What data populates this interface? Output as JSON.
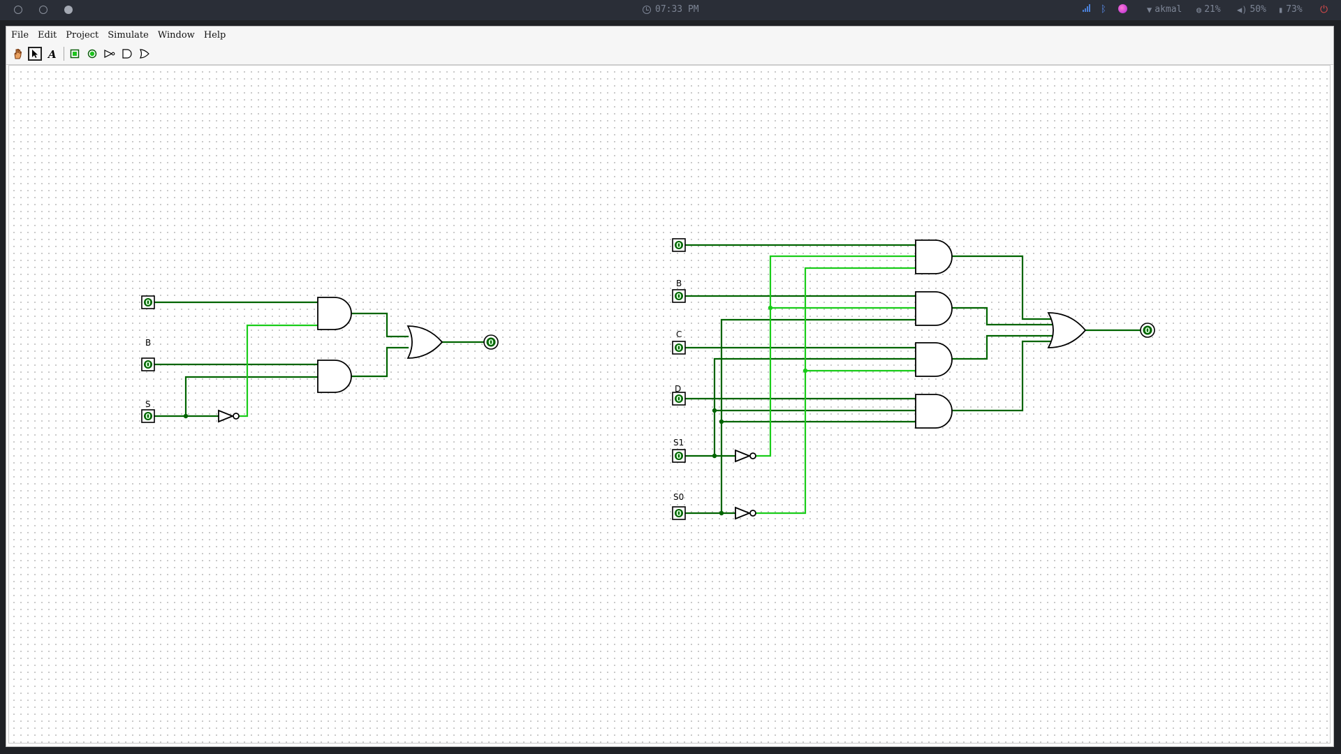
{
  "system_bar": {
    "time": "07:33 PM",
    "user": "akmal",
    "cpu": "21%",
    "volume": "50%",
    "battery": "73%",
    "icons": [
      "window-close-icon",
      "window-minimize-icon",
      "window-maximize-icon",
      "clock-icon",
      "signal-icon",
      "bluetooth-icon",
      "user-avatar-icon",
      "wifi-icon",
      "cpu-icon",
      "volume-icon",
      "battery-icon",
      "power-icon"
    ]
  },
  "menu": {
    "items": [
      "File",
      "Edit",
      "Project",
      "Simulate",
      "Window",
      "Help"
    ]
  },
  "toolbar": {
    "tools": [
      "poke-tool",
      "select-tool",
      "text-tool",
      "input-pin-tool",
      "output-pin-tool",
      "not-gate-tool",
      "and-gate-tool",
      "or-gate-tool"
    ],
    "active_tool": "select-tool"
  },
  "circuit_left": {
    "input_labels": [
      "",
      "B",
      "S"
    ],
    "input_values": [
      "0",
      "0",
      "0"
    ],
    "output_value": "0"
  },
  "circuit_right": {
    "input_labels": [
      "",
      "B",
      "C",
      "D",
      "S1",
      "S0"
    ],
    "input_values": [
      "0",
      "0",
      "0",
      "0",
      "0",
      "0"
    ],
    "output_value": "0"
  },
  "colors": {
    "wire_low": "#006400",
    "wire_high": "#19cc19",
    "gate_stroke": "#000000"
  }
}
